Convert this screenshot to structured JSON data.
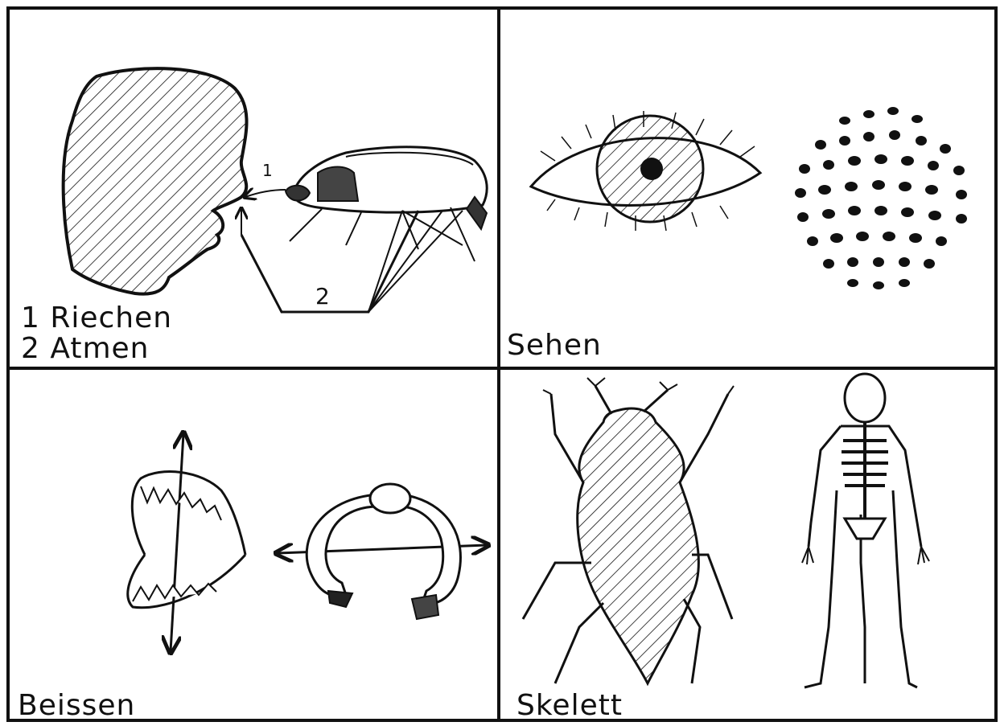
{
  "panels": {
    "smell_breathe": {
      "line1": "1 Riechen",
      "line2": "2 Atmen",
      "marker_1": "1",
      "marker_2": "2"
    },
    "see": {
      "label": "Sehen"
    },
    "bite": {
      "label": "Beissen"
    },
    "skeleton": {
      "label": "Skelett"
    }
  },
  "colors": {
    "ink": "#111111",
    "paper": "#ffffff"
  }
}
